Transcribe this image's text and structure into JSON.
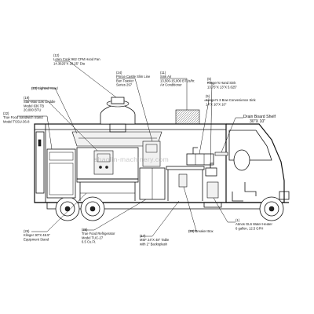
{
  "watermark": "shaolin-machinery.com",
  "callouts": [
    {
      "id": "c12",
      "lines": [
        "(12)",
        "Loren Cook 962 CFM Hood Fan",
        "14.3625\"X 28.25\" Dia"
      ]
    },
    {
      "id": "c24",
      "lines": [
        "(24)",
        "Prince Castle Slim Line",
        "Bun Toaster",
        "Series 297"
      ]
    },
    {
      "id": "c11",
      "lines": [
        "(11)",
        "Sink Air",
        "13,500-15,000 BTUs/hr.",
        "Air Conditioner"
      ]
    },
    {
      "id": "c6",
      "lines": [
        "(6)",
        "Klinger's Hand Sink",
        "13.75\"X 13\"X 5.625\""
      ]
    },
    {
      "id": "c23",
      "lines": [
        "(23) Lighted Hood"
      ]
    },
    {
      "id": "c5",
      "lines": [
        "(5)",
        "Klinger's 3 Bow Convenience Sink",
        "14\"X 10\"X 10\""
      ]
    },
    {
      "id": "c19",
      "lines": [
        "(19)",
        "Star-Max Gas Griddle",
        "Model 636 TB",
        "20,000 BTU"
      ]
    },
    {
      "id": "c22",
      "lines": [
        "(22)",
        "True Food Sandwich Stand",
        "Model TSSU-36-8"
      ]
    },
    {
      "id": "cshelf",
      "lines": [
        "Drain Board Shelf",
        "30\"X 10\""
      ]
    },
    {
      "id": "c25",
      "lines": [
        "(25)",
        "Klinger 30\"X 48.5\"",
        "Equipment Stand"
      ]
    },
    {
      "id": "c36",
      "lines": [
        "(36)",
        "True Food Refrigerator",
        "Model TUC-27",
        "6.5 Cu.Ft."
      ]
    },
    {
      "id": "c17",
      "lines": [
        "(17)",
        "MSF 24\"X 48\" Table",
        "with 2\" Backsplash"
      ]
    },
    {
      "id": "c28",
      "lines": [
        "(28) Breaker Box"
      ]
    },
    {
      "id": "c1",
      "lines": [
        "(1)",
        "Atmos GL6 Water Heater",
        "6 gallon, 12.5 GPH"
      ]
    }
  ]
}
